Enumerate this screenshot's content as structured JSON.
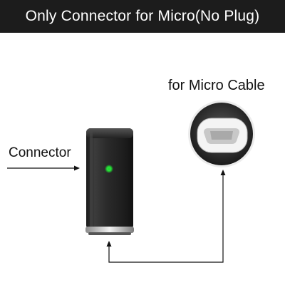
{
  "banner": {
    "title": "Only Connector for Micro(No Plug)"
  },
  "labels": {
    "connector": "Connector",
    "cable": "for Micro Cable"
  },
  "product": {
    "body_color": "#2a2a2a",
    "ring_color": "#c9c9c9",
    "led_color": "#22dd33"
  },
  "icons": {
    "arrow_head": "arrow-head-icon",
    "led": "led-indicator-icon"
  }
}
